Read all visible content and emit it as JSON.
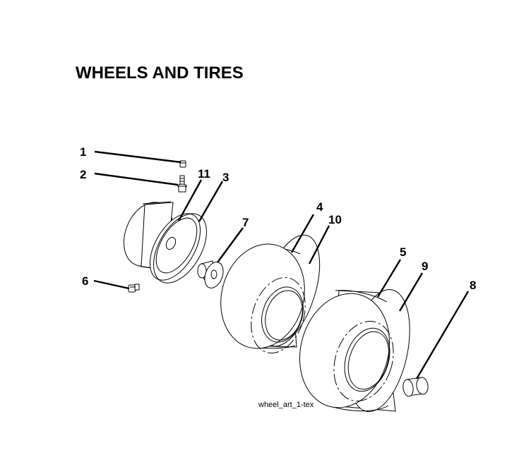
{
  "title": "WHEELS AND TIRES",
  "caption": "wheel_art_1-tex",
  "callouts": [
    {
      "id": "1",
      "label": "1"
    },
    {
      "id": "2",
      "label": "2"
    },
    {
      "id": "11",
      "label": "11"
    },
    {
      "id": "3",
      "label": "3"
    },
    {
      "id": "7",
      "label": "7"
    },
    {
      "id": "4",
      "label": "4"
    },
    {
      "id": "10",
      "label": "10"
    },
    {
      "id": "6",
      "label": "6"
    },
    {
      "id": "5",
      "label": "5"
    },
    {
      "id": "9",
      "label": "9"
    },
    {
      "id": "8",
      "label": "8"
    }
  ]
}
